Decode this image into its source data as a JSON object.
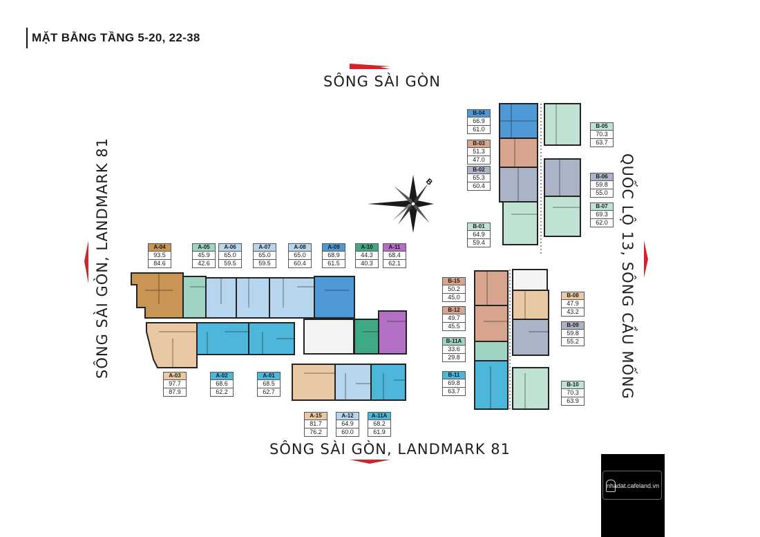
{
  "title": "MẶT BẰNG TẦNG 5-20, 22-38",
  "directions": {
    "top": "SÔNG SÀI GÒN",
    "bottom": "SÔNG SÀI GÒN, LANDMARK 81",
    "left": "SÔNG SÀI GÒN, LANDMARK 81",
    "right": "QUỐC LỘ 13, SÔNG CẦU MỐNG"
  },
  "compass": {
    "letter": "B"
  },
  "colors": {
    "accent_red": "#d0262a",
    "unit_orange": "#c99555",
    "unit_peach": "#e9c8a3",
    "unit_teal": "#9fd3c3",
    "unit_light_blue": "#b7d6ee",
    "unit_blue": "#4f98d6",
    "unit_cyan": "#4db6db",
    "unit_green": "#3ea983",
    "unit_purple": "#b36fc4",
    "unit_slate": "#aab4c6",
    "unit_rose": "#d7a58d",
    "unit_mint": "#bfe2d3"
  },
  "units": {
    "a04": {
      "code": "A-04",
      "net": "93.5",
      "gross": "84.6"
    },
    "a05": {
      "code": "A-05",
      "net": "45.9",
      "gross": "42.6"
    },
    "a06": {
      "code": "A-06",
      "net": "65.0",
      "gross": "59.5"
    },
    "a07": {
      "code": "A-07",
      "net": "65.0",
      "gross": "59.5"
    },
    "a08": {
      "code": "A-08",
      "net": "65.0",
      "gross": "60.4"
    },
    "a09": {
      "code": "A-09",
      "net": "68.9",
      "gross": "61.5"
    },
    "a10": {
      "code": "A-10",
      "net": "44.3",
      "gross": "40.3"
    },
    "a11": {
      "code": "A-11",
      "net": "68.4",
      "gross": "62.1"
    },
    "a03": {
      "code": "A-03",
      "net": "97.7",
      "gross": "87.9"
    },
    "a02": {
      "code": "A-02",
      "net": "68.6",
      "gross": "62.2"
    },
    "a01": {
      "code": "A-01",
      "net": "68.5",
      "gross": "62.7"
    },
    "a15": {
      "code": "A-15",
      "net": "81.7",
      "gross": "76.2"
    },
    "a12": {
      "code": "A-12",
      "net": "64.9",
      "gross": "60.0"
    },
    "a11a": {
      "code": "A-11A",
      "net": "68.2",
      "gross": "61.9"
    },
    "b04": {
      "code": "B-04",
      "net": "66.9",
      "gross": "61.0"
    },
    "b03": {
      "code": "B-03",
      "net": "51.3",
      "gross": "47.0"
    },
    "b02": {
      "code": "B-02",
      "net": "65.3",
      "gross": "60.4"
    },
    "b01": {
      "code": "B-01",
      "net": "64.9",
      "gross": "59.4"
    },
    "b05": {
      "code": "B-05",
      "net": "70.3",
      "gross": "63.7"
    },
    "b06": {
      "code": "B-06",
      "net": "59.8",
      "gross": "55.0"
    },
    "b07": {
      "code": "B-07",
      "net": "69.3",
      "gross": "62.0"
    },
    "b15": {
      "code": "B-15",
      "net": "50.2",
      "gross": "45.0"
    },
    "b12": {
      "code": "B-12",
      "net": "49.7",
      "gross": "45.5"
    },
    "b11a": {
      "code": "B-11A",
      "net": "33.6",
      "gross": "29.8"
    },
    "b11": {
      "code": "B-11",
      "net": "69.8",
      "gross": "63.7"
    },
    "b08": {
      "code": "B-08",
      "net": "47.9",
      "gross": "43.2"
    },
    "b09": {
      "code": "B-09",
      "net": "59.8",
      "gross": "55.2"
    },
    "b10": {
      "code": "B-10",
      "net": "70.3",
      "gross": "63.9"
    }
  },
  "watermark": {
    "text": "nhadat.cafeland.vn"
  }
}
